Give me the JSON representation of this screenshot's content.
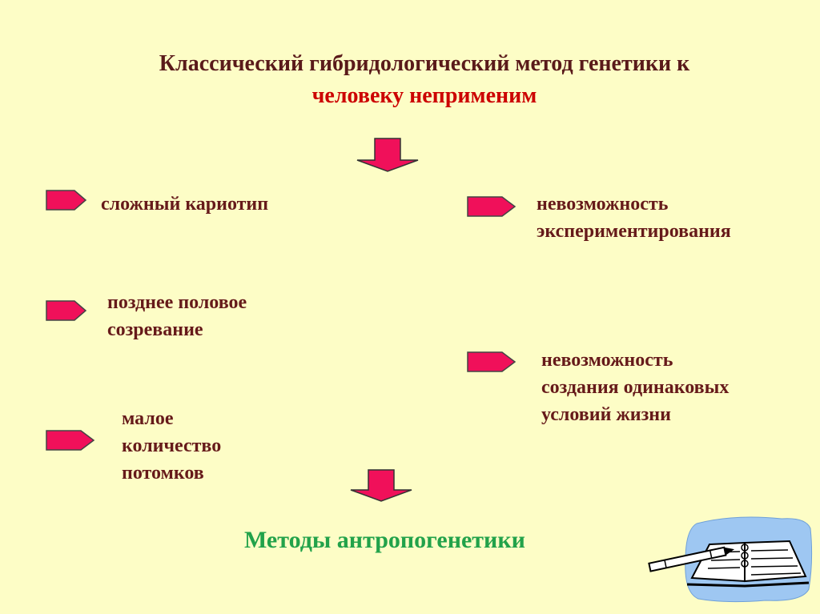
{
  "title": {
    "line1": "Классический гибридологический метод генетики к",
    "line2": "человеку неприменим"
  },
  "items": [
    {
      "lines": [
        "сложный кариотип"
      ]
    },
    {
      "lines": [
        "позднее половое",
        "созревание"
      ]
    },
    {
      "lines": [
        "малое",
        "количество",
        "потомков"
      ]
    },
    {
      "lines": [
        "невозможность",
        "экспериментирования"
      ]
    },
    {
      "lines": [
        "невозможность",
        "создания одинаковых",
        "условий жизни"
      ]
    }
  ],
  "conclusion": "Методы антропогенетики",
  "icons": {
    "arrow": "right-arrow-icon",
    "down_arrow": "down-arrow-icon",
    "book": "book-and-pen-icon"
  },
  "colors": {
    "background": "#fdfdc6",
    "title_dark": "#5a1a1a",
    "title_accent": "#cc0000",
    "item_text": "#661a1a",
    "conclusion": "#22a24a",
    "arrow_fill": "#f0105a"
  }
}
